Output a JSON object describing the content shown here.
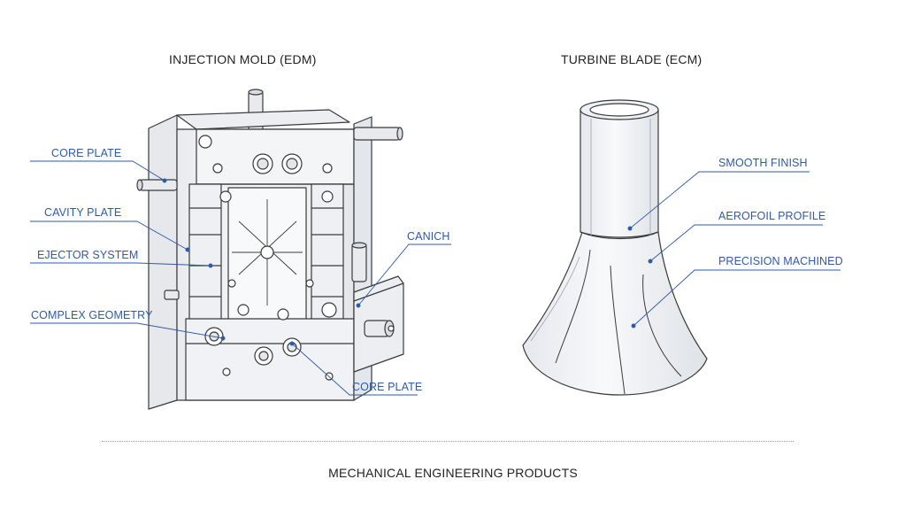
{
  "mold": {
    "title": "INJECTION MOLD (EDM)",
    "labels": {
      "core_plate_top": "CORE PLATE",
      "cavity_plate": "CAVITY PLATE",
      "ejector_system": "EJECTOR SYSTEM",
      "complex_geometry": "COMPLEX GEOMETRY",
      "canich": "CANICH",
      "core_plate_bottom": "CORE PLATE"
    }
  },
  "turbine": {
    "title": "TURBINE BLADE (ECM)",
    "labels": {
      "smooth_finish": "SMOOTH FINISH",
      "aerofoil_profile": "AEROFOIL PROFILE",
      "precision_machined": "PRECISION MACHINED"
    }
  },
  "footer": "MECHANICAL ENGINEERING PRODUCTS",
  "colors": {
    "callout": "#2f5aa8",
    "line_art": "#3a3a3a",
    "metal_fill": "#f3f4f6"
  }
}
